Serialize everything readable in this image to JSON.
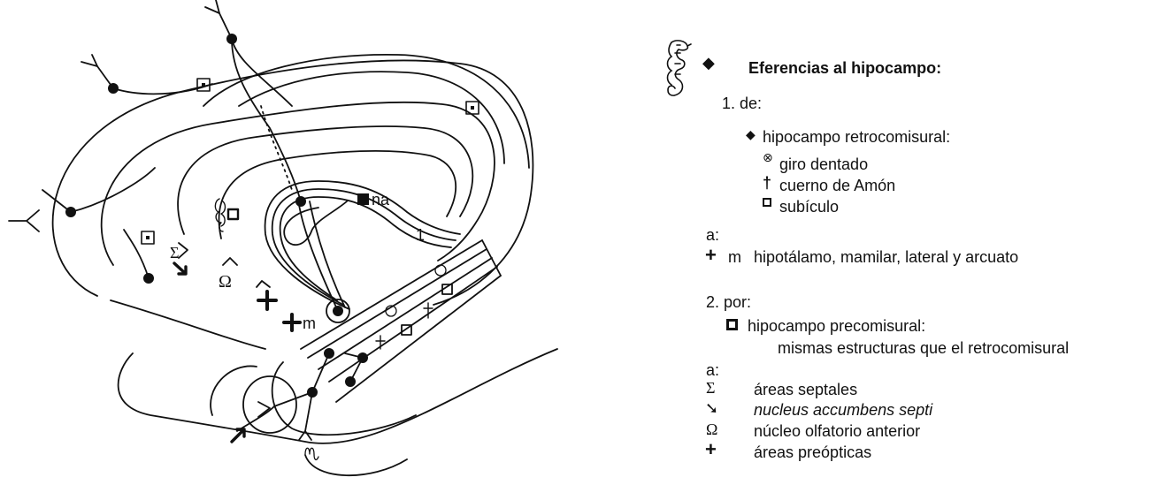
{
  "diagram": {
    "labels": {
      "na": "na",
      "one": "1",
      "m": "m",
      "sigma": "Σ",
      "omega": "Ω"
    }
  },
  "legend": {
    "title": "Eferencias al hipocampo:",
    "s1": {
      "number": "1. de:",
      "source": "hipocampo retrocomisural:",
      "items": [
        "giro dentado",
        "cuerno de Amón",
        "subículo"
      ],
      "a_label": "a:",
      "target_symbol": "m",
      "target": "hipotálamo, mamilar, lateral y arcuato"
    },
    "s2": {
      "number": "2. por:",
      "source": "hipocampo precomisural:",
      "source_detail": "mismas estructuras que el retrocomisural",
      "a_label": "a:",
      "targets": [
        {
          "symbol": "Σ",
          "label": "áreas septales"
        },
        {
          "symbol": "➘",
          "label": "nucleus accumbens septi"
        },
        {
          "symbol": "Ω",
          "label": "núcleo olfatorio anterior"
        },
        {
          "symbol": "+",
          "label": "áreas preópticas"
        }
      ]
    }
  },
  "colors": {
    "ink": "#111111",
    "background": "#ffffff"
  }
}
